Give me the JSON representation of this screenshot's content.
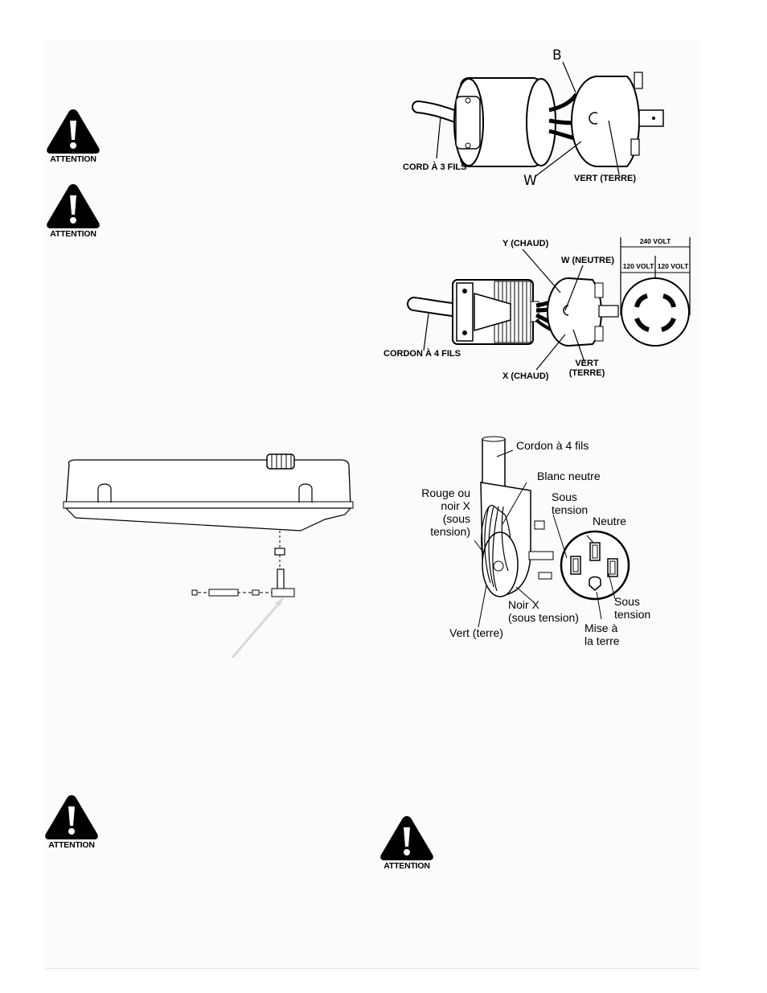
{
  "warnings": {
    "label": "ATTENTION"
  },
  "fig_3wire": {
    "label_b": "B",
    "label_w": "W",
    "label_cord": "CORD À 3 FILS",
    "label_green": "VERT (TERRE)"
  },
  "fig_4wire": {
    "label_y": "Y (CHAUD)",
    "label_w": "W (NEUTRE)",
    "label_x": "X (CHAUD)",
    "label_green_1": "VERT",
    "label_green_2": "(TERRE)",
    "label_cord": "CORDON À 4 FILS",
    "volt_240": "240 VOLT",
    "volt_120_left": "120 VOLT",
    "volt_120_right": "120 VOLT"
  },
  "fig_plug": {
    "cord": "Cordon à 4 fils",
    "white_neutral": "Blanc neutre",
    "red_black_1": "Rouge ou",
    "red_black_2": "noir X",
    "red_black_3": "(sous",
    "red_black_4": "tension)",
    "live_top_1": "Sous",
    "live_top_2": "tension",
    "neutral": "Neutre",
    "live_right_1": "Sous",
    "live_right_2": "tension",
    "black_x_1": "Noir X",
    "black_x_2": "(sous tension)",
    "green": "Vert (terre)",
    "ground_1": "Mise à",
    "ground_2": "la terre"
  }
}
